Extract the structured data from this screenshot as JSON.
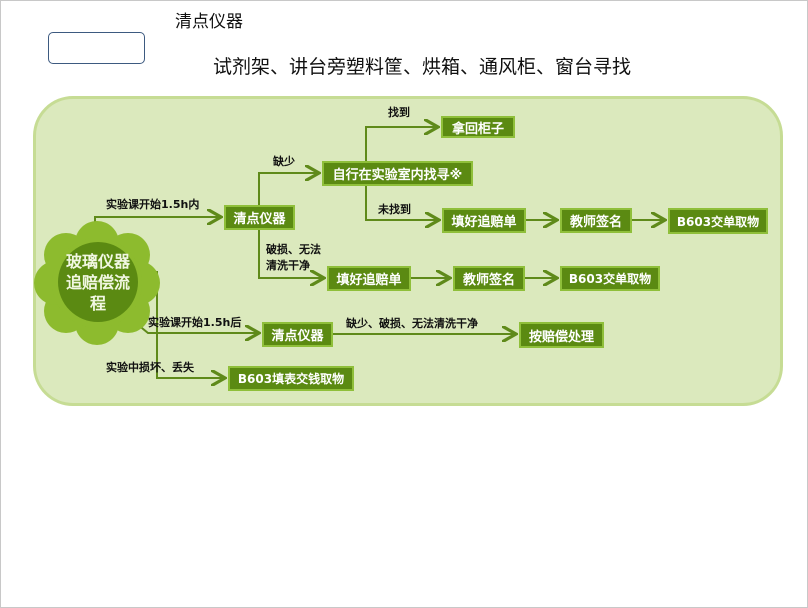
{
  "header": {
    "title": "清点仪器",
    "subtitle": "试剂架、讲台旁塑料筐、烘箱、通风柜、窗台寻找"
  },
  "diagram": {
    "center": "玻璃仪器追赔偿流程",
    "nodes": {
      "retrieve": "拿回柜子",
      "search": "自行在实验室内找寻※",
      "check1": "清点仪器",
      "form1": "填好追赔单",
      "sign1": "教师签名",
      "collect1": "B603交单取物",
      "form2": "填好追赔单",
      "sign2": "教师签名",
      "collect2": "B603交单取物",
      "check2": "清点仪器",
      "compensate": "按赔偿处理",
      "pay": "B603填表交钱取物"
    },
    "labels": {
      "found": "找到",
      "missing": "缺少",
      "within": "实验课开始1.5h内",
      "notfound": "未找到",
      "broken1": "破损、无法",
      "broken2": "清洗干净",
      "after": "实验课开始1.5h后",
      "all": "缺少、破损、无法清洗干净",
      "during": "实验中损坏、丢失"
    },
    "colors": {
      "box": "#5b8a12",
      "line": "#5f8a1a",
      "panel": "#dbe9bd"
    }
  }
}
